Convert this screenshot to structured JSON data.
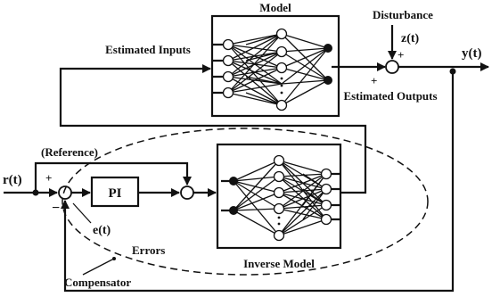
{
  "labels": {
    "model": "Model",
    "disturbance": "Disturbance",
    "z": "z(t)",
    "y": "y(t)",
    "estimated_inputs": "Estimated Inputs",
    "estimated_outputs": "Estimated Outputs",
    "reference": "(Reference)",
    "r": "r(t)",
    "pi": "PI",
    "e": "e(t)",
    "errors": "Errors",
    "compensator": "Compensator",
    "inverse_model": "Inverse Model",
    "plus_disturbance": "+",
    "plus_estimated": "+",
    "plus_reference": "+",
    "minus_error": "−"
  }
}
